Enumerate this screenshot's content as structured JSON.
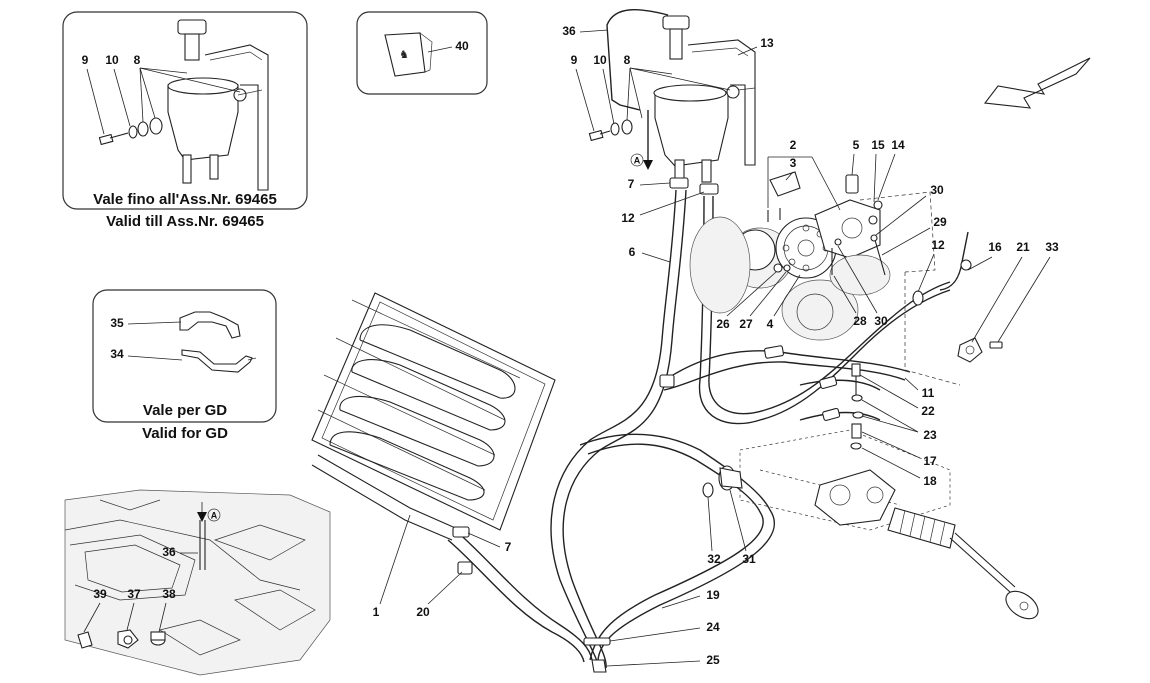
{
  "insets": {
    "reservoir_old": {
      "caption_it": "Vale fino all'Ass.Nr. 69465",
      "caption_en": "Valid till Ass.Nr. 69465"
    },
    "gd_bracket": {
      "caption_it": "Vale per GD",
      "caption_en": "Valid for GD"
    }
  },
  "reference_mark": "A",
  "callouts": {
    "n1": "1",
    "n2": "2",
    "n3": "3",
    "n4": "4",
    "n5": "5",
    "n6": "6",
    "n7a": "7",
    "n7b": "7",
    "n8a": "8",
    "n8b": "8",
    "n9a": "9",
    "n9b": "9",
    "n10a": "10",
    "n10b": "10",
    "n11": "11",
    "n12a": "12",
    "n12b": "12",
    "n13": "13",
    "n14": "14",
    "n15": "15",
    "n16": "16",
    "n17": "17",
    "n18": "18",
    "n19": "19",
    "n20": "20",
    "n21": "21",
    "n22": "22",
    "n23": "23",
    "n24": "24",
    "n25": "25",
    "n26": "26",
    "n27": "27",
    "n28": "28",
    "n29": "29",
    "n30a": "30",
    "n30b": "30",
    "n31": "31",
    "n32": "32",
    "n33": "33",
    "n34": "34",
    "n35": "35",
    "n36a": "36",
    "n36b": "36",
    "n37": "37",
    "n38": "38",
    "n39": "39",
    "n40": "40"
  },
  "icons": {
    "direction": "direction-arrow-icon",
    "logo": "prancing-horse-badge-icon"
  }
}
